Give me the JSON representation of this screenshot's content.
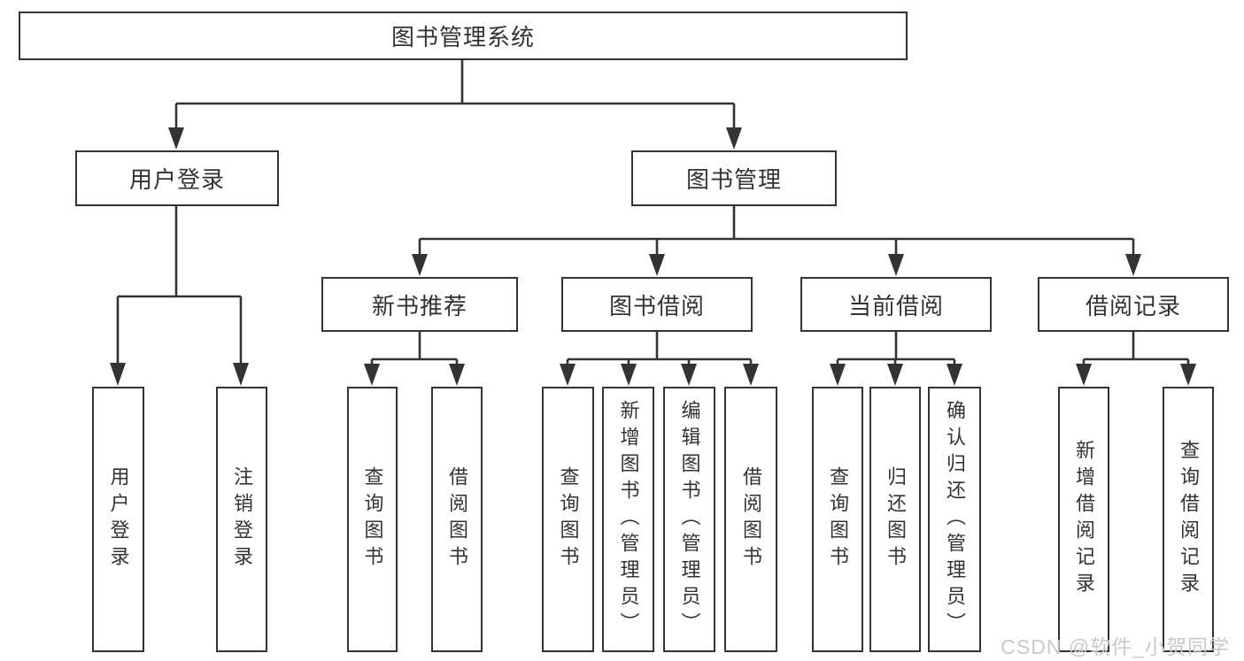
{
  "diagram_title": "图书管理系统",
  "tree": {
    "root": {
      "label": "图书管理系统"
    },
    "level2": [
      {
        "label": "用户登录",
        "parent": "图书管理系统"
      },
      {
        "label": "图书管理",
        "parent": "图书管理系统"
      }
    ],
    "level3": [
      {
        "label": "新书推荐",
        "parent": "图书管理"
      },
      {
        "label": "图书借阅",
        "parent": "图书管理"
      },
      {
        "label": "当前借阅",
        "parent": "图书管理"
      },
      {
        "label": "借阅记录",
        "parent": "图书管理"
      }
    ],
    "leaves": [
      {
        "label": "用户登录",
        "parent": "用户登录"
      },
      {
        "label": "注销登录",
        "parent": "用户登录"
      },
      {
        "label": "查询图书",
        "parent": "新书推荐"
      },
      {
        "label": "借阅图书",
        "parent": "新书推荐"
      },
      {
        "label": "查询图书",
        "parent": "图书借阅"
      },
      {
        "label": "新增图书（管理员）",
        "parent": "图书借阅"
      },
      {
        "label": "编辑图书（管理员）",
        "parent": "图书借阅"
      },
      {
        "label": "借阅图书",
        "parent": "图书借阅"
      },
      {
        "label": "查询图书",
        "parent": "当前借阅"
      },
      {
        "label": "归还图书",
        "parent": "当前借阅"
      },
      {
        "label": "确认归还（管理员）",
        "parent": "当前借阅"
      },
      {
        "label": "新增借阅记录",
        "parent": "借阅记录"
      },
      {
        "label": "查询借阅记录",
        "parent": "借阅记录"
      }
    ]
  },
  "watermark": {
    "text": "CSDN @软件_小贺同学"
  },
  "colors": {
    "line": "#333333",
    "box_border": "#333333",
    "text": "#333333",
    "background": "#ffffff",
    "watermark": "#c9c9c9"
  }
}
